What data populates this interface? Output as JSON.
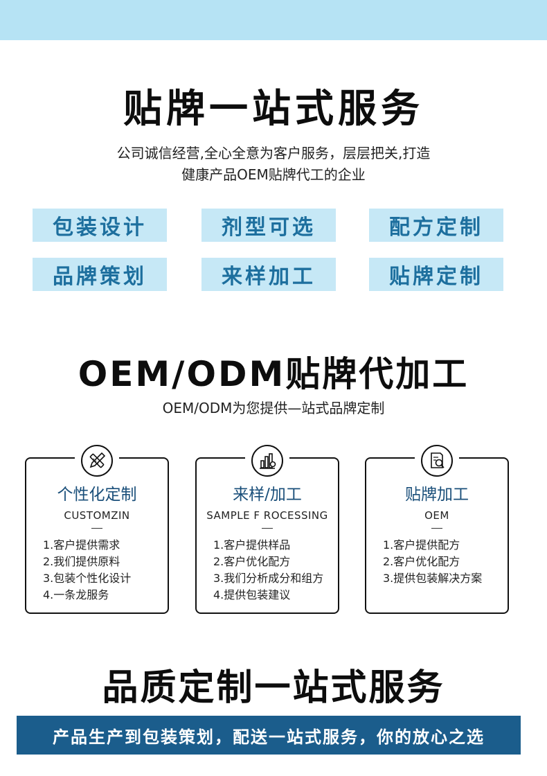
{
  "section1": {
    "title": "贴牌一站式服务",
    "subtitle_line1": "公司诚信经营,全心全意为客户服务，层层把关,打造",
    "subtitle_line2": "健康产品OEM贴牌代工的企业",
    "tags": [
      "包装设计",
      "剂型可选",
      "配方定制",
      "品牌策划",
      "来样加工",
      "贴牌定制"
    ]
  },
  "section2": {
    "title": "OEM/ODM贴牌代加工",
    "subtitle": "OEM/ODM为您提供—站式品牌定制",
    "cards": [
      {
        "icon": "ruler-pencil-icon",
        "title": "个性化定制",
        "subtitle": "CUSTOMZIN",
        "items": [
          "1.客户提供需求",
          "2.我们提供原料",
          "3.包装个性化设计",
          "4.一条龙服务"
        ]
      },
      {
        "icon": "chart-analysis-icon",
        "title": "来样/加工",
        "subtitle": "SAMPLE F ROCESSING",
        "items": [
          "1.客户提供样品",
          "2.客户优化配方",
          "3.我们分析成分和组方",
          "4.提供包装建议"
        ]
      },
      {
        "icon": "document-search-icon",
        "title": "贴牌加工",
        "subtitle": "OEM",
        "items": [
          "1.客户提供配方",
          "2.客户优化配方",
          "3.提供包装解决方案"
        ]
      }
    ]
  },
  "section3": {
    "title": "品质定制一站式服务",
    "banner": "产品生产到包装策划，配送一站式服务，你的放心之选"
  },
  "colors": {
    "top_band": "#b6e3f4",
    "tag_background": "#c6e8f6",
    "tag_text": "#1d6f9e",
    "card_title": "#1a4f7a",
    "banner_background": "#1b5d8c"
  }
}
